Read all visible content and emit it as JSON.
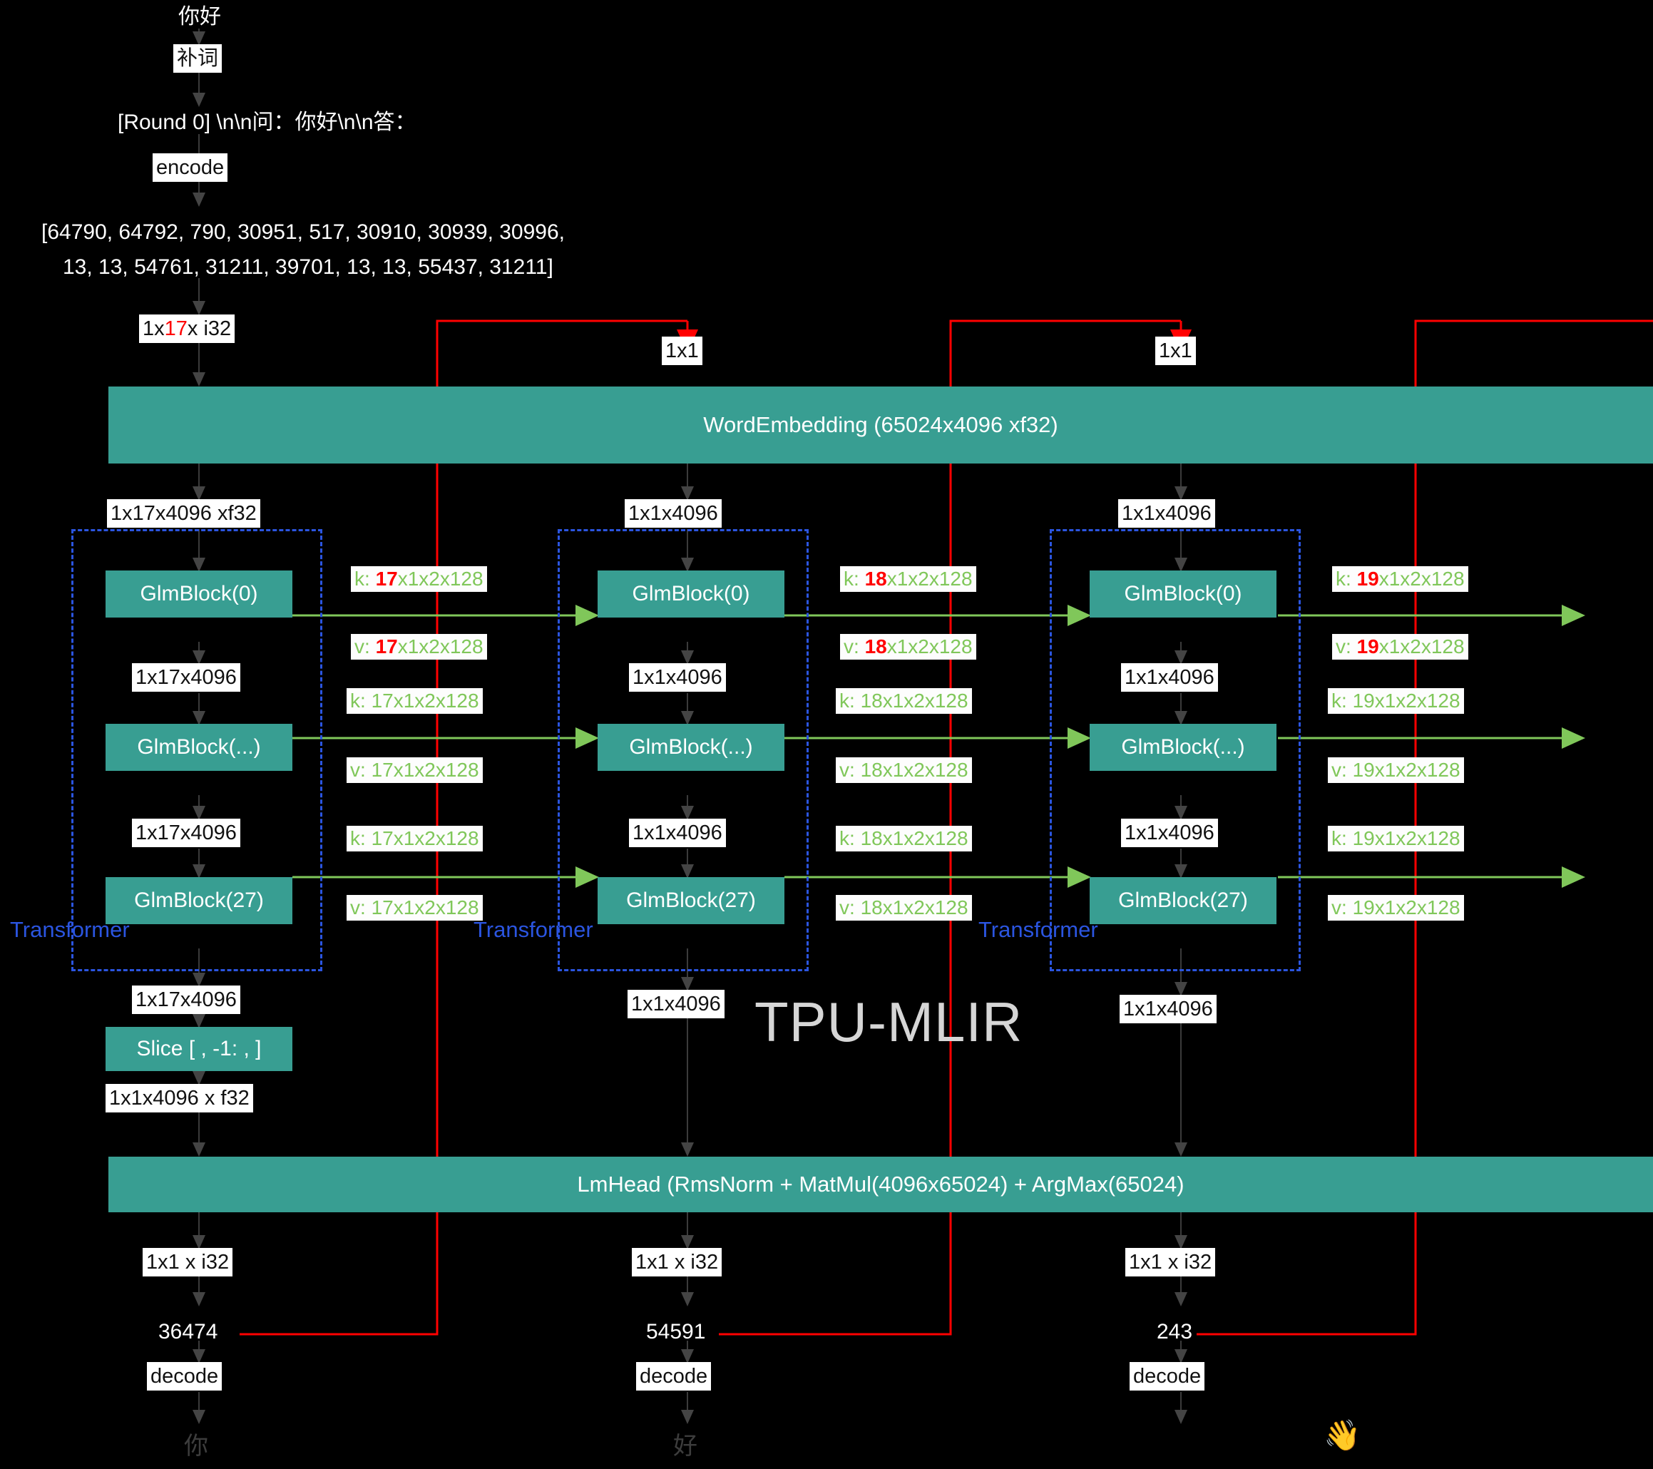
{
  "watermark": "TPU-MLIR",
  "prompt": {
    "user_text": "你好",
    "template_op": "补词",
    "templated_text": "[Round 0] \\n\\n问：你好\\n\\n答：",
    "encode_op": "encode",
    "token_ids_line1": "[64790, 64792, 790, 30951, 517, 30910, 30939, 30996,",
    "token_ids_line2": "13, 13, 54761, 31211, 39701, 13, 13, 55437, 31211]",
    "input_shape_prefix": "1x",
    "input_shape_seq": "17",
    "input_shape_suffix": "x i32"
  },
  "word_embedding": {
    "label": "WordEmbedding (65024x4096 xf32)"
  },
  "lm_head": {
    "label": "LmHead (RmsNorm + MatMul(4096x65024) + ArgMax(65024)"
  },
  "slice": {
    "label": "Slice [ , -1: , ]",
    "out_shape": "1x1x4096 x f32"
  },
  "group_label": "Transformer",
  "block_labels": [
    "GlmBlock(0)",
    "GlmBlock(...)",
    "GlmBlock(27)"
  ],
  "columns": [
    {
      "id": "col-prefill",
      "embed_out": "1x17x4096 xf32",
      "inter_shapes": [
        "1x17x4096",
        "1x17x4096"
      ],
      "group_out": "1x17x4096",
      "head_in": "1x1x4096 x f32",
      "head_out": "1x1 x i32",
      "token": "36474",
      "decode_op": "decode",
      "decoded_char": "你",
      "kv": [
        {
          "key": "k: ",
          "seq": "17",
          "rest": "x1x2x128",
          "highlight": true
        },
        {
          "key": "v: ",
          "seq": "17",
          "rest": "x1x2x128",
          "highlight": true
        },
        {
          "key": "k: ",
          "seq": "17",
          "rest": "x1x2x128",
          "highlight": false
        },
        {
          "key": "v: ",
          "seq": "17",
          "rest": "x1x2x128",
          "highlight": false
        },
        {
          "key": "k: ",
          "seq": "17",
          "rest": "x1x2x128",
          "highlight": false
        },
        {
          "key": "v: ",
          "seq": "17",
          "rest": "x1x2x128",
          "highlight": false
        }
      ]
    },
    {
      "id": "col-decode-1",
      "feedback_shape": "1x1",
      "embed_out": "1x1x4096",
      "inter_shapes": [
        "1x1x4096",
        "1x1x4096"
      ],
      "group_out": "1x1x4096",
      "head_out": "1x1 x i32",
      "token": "54591",
      "decode_op": "decode",
      "decoded_char": "好",
      "kv": [
        {
          "key": "k: ",
          "seq": "18",
          "rest": "x1x2x128",
          "highlight": true
        },
        {
          "key": "v: ",
          "seq": "18",
          "rest": "x1x2x128",
          "highlight": true
        },
        {
          "key": "k: ",
          "seq": "18",
          "rest": "x1x2x128",
          "highlight": false
        },
        {
          "key": "v: ",
          "seq": "18",
          "rest": "x1x2x128",
          "highlight": false
        },
        {
          "key": "k: ",
          "seq": "18",
          "rest": "x1x2x128",
          "highlight": false
        },
        {
          "key": "v: ",
          "seq": "18",
          "rest": "x1x2x128",
          "highlight": false
        }
      ]
    },
    {
      "id": "col-decode-2",
      "feedback_shape": "1x1",
      "embed_out": "1x1x4096",
      "inter_shapes": [
        "1x1x4096",
        "1x1x4096"
      ],
      "group_out": "1x1x4096",
      "head_out": "1x1 x i32",
      "token": "243",
      "decode_op": "decode",
      "decoded_char": "",
      "kv": [
        {
          "key": "k: ",
          "seq": "19",
          "rest": "x1x2x128",
          "highlight": true
        },
        {
          "key": "v: ",
          "seq": "19",
          "rest": "x1x2x128",
          "highlight": true
        },
        {
          "key": "k: ",
          "seq": "19",
          "rest": "x1x2x128",
          "highlight": false
        },
        {
          "key": "v: ",
          "seq": "19",
          "rest": "x1x2x128",
          "highlight": false
        },
        {
          "key": "k: ",
          "seq": "19",
          "rest": "x1x2x128",
          "highlight": false
        },
        {
          "key": "v: ",
          "seq": "19",
          "rest": "x1x2x128",
          "highlight": false
        }
      ]
    }
  ],
  "wave_emoji": "👋",
  "colors": {
    "teal": "#389e92",
    "green": "#80c75a",
    "red": "#ff0000",
    "blue": "#2b55e0",
    "background": "#000000"
  }
}
